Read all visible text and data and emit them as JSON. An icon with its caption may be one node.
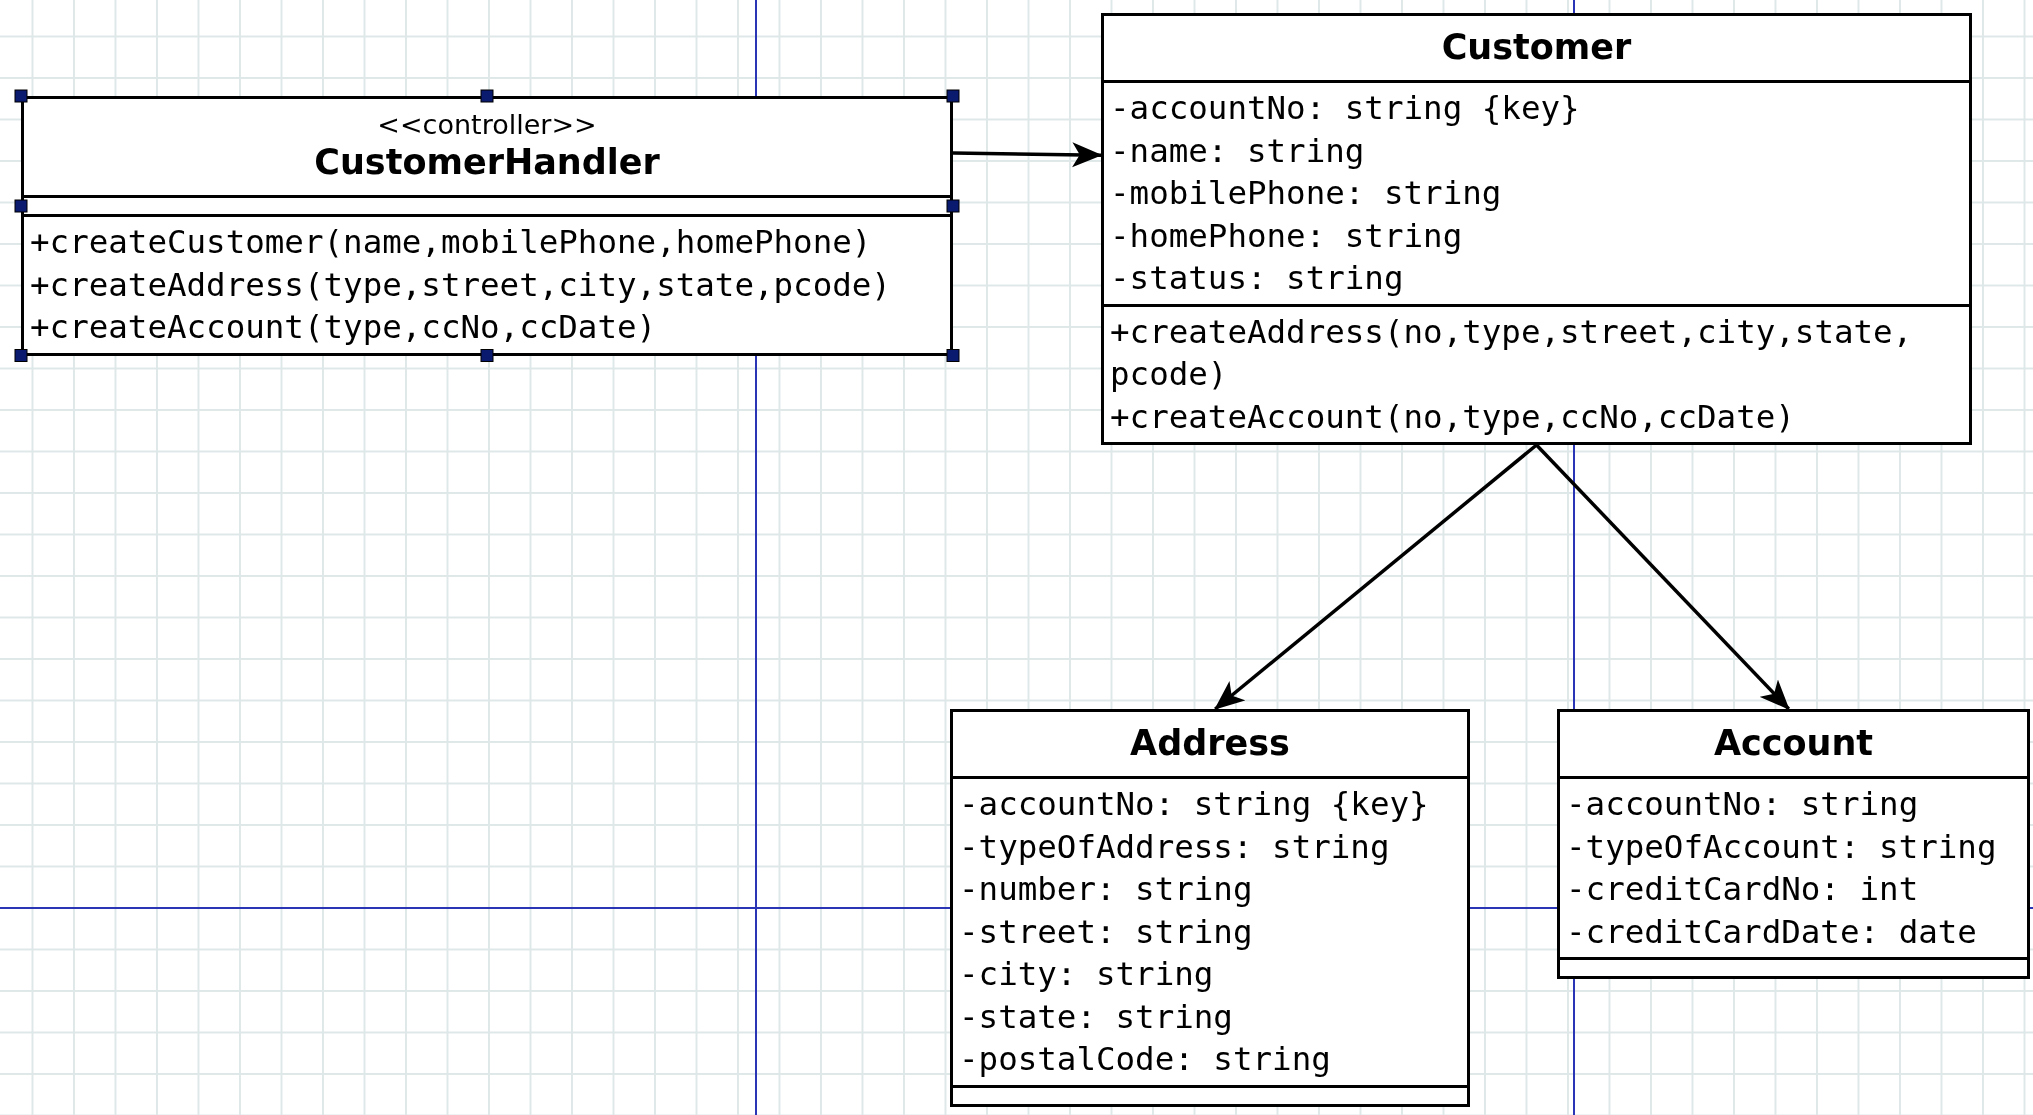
{
  "diagram": {
    "nodes": [
      {
        "text": [
          "<<controller>>",
          "CustomerHandler",
          "+createCustomer(name,mobilePhone,homePhone)",
          "+createAddress(type,street,city,state,pcode)",
          "+createAccount(type,ccNo,ccDate)"
        ]
      },
      {
        "text": [
          "Customer",
          "-accountNo: string {key}",
          "-name: string",
          "-mobilePhone: string",
          "-homePhone: string",
          "-status: string",
          "+createAddress(no,type,street,city,state, pcode)",
          "+createAccount(no,type,ccNo,ccDate)"
        ]
      },
      {
        "text": [
          "Address",
          "-accountNo: string {key}",
          "-typeOfAddress: string",
          "-number: string",
          "-street: string",
          "-city: string",
          "-state: string",
          "-postalCode: string"
        ]
      },
      {
        "text": [
          "Account",
          "-accountNo: string",
          "-typeOfAccount: string",
          "-creditCardNo: int",
          "-creditCardDate: date"
        ]
      }
    ],
    "edges": [
      {
        "from": 0,
        "to": 1,
        "arrow": "to"
      },
      {
        "from": 1,
        "to": 2,
        "arrow": "to"
      },
      {
        "from": 1,
        "to": 3,
        "arrow": "to"
      }
    ]
  }
}
